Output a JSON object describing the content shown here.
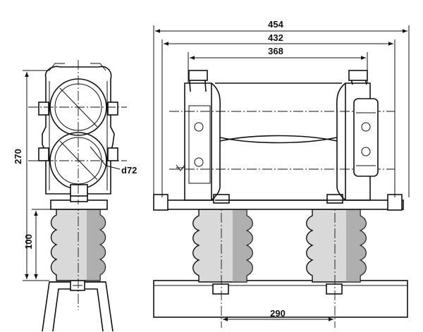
{
  "dimensions": {
    "overall_width": "454",
    "width_432": "432",
    "width_368": "368",
    "height_270": "270",
    "height_100": "100",
    "diameter": "d72",
    "spacing_290": "290"
  }
}
